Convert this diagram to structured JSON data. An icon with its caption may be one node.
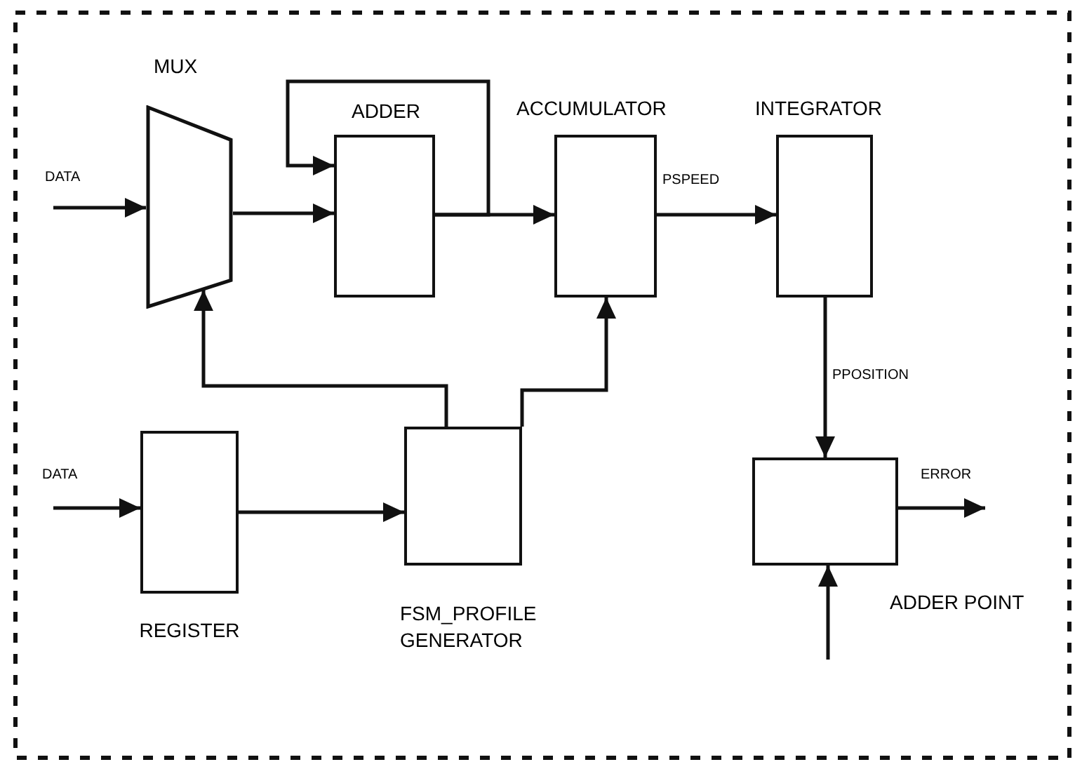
{
  "diagram": {
    "nodes": [
      {
        "text": [
          "MUX"
        ]
      },
      {
        "text": [
          "ADDER"
        ]
      },
      {
        "text": [
          "ACCUMULATOR"
        ]
      },
      {
        "text": [
          "INTEGRATOR"
        ]
      },
      {
        "text": [
          "REGISTER"
        ]
      },
      {
        "text": [
          "FSM_PROFILE GENERATOR"
        ]
      },
      {
        "text": [
          "ADDER POINT"
        ]
      }
    ],
    "edges": [
      {
        "from": null,
        "to": 0,
        "arrow": "to",
        "label": "DATA"
      },
      {
        "from": 0,
        "to": 1,
        "arrow": "to"
      },
      {
        "from": 1,
        "to": 2,
        "arrow": "to"
      },
      {
        "from": 1,
        "to": 1,
        "arrow": "to"
      },
      {
        "from": 2,
        "to": 3,
        "arrow": "to",
        "label": "PSPEED"
      },
      {
        "from": 3,
        "to": 6,
        "arrow": "to",
        "label": "PPOSITION"
      },
      {
        "from": 6,
        "to": null,
        "arrow": "to",
        "label": "ERROR"
      },
      {
        "from": null,
        "to": 6,
        "arrow": "to"
      },
      {
        "from": null,
        "to": 4,
        "arrow": "to",
        "label": "DATA"
      },
      {
        "from": 4,
        "to": 5,
        "arrow": "to"
      },
      {
        "from": 5,
        "to": 0,
        "arrow": "to"
      },
      {
        "from": 5,
        "to": 2,
        "arrow": "to"
      }
    ]
  }
}
